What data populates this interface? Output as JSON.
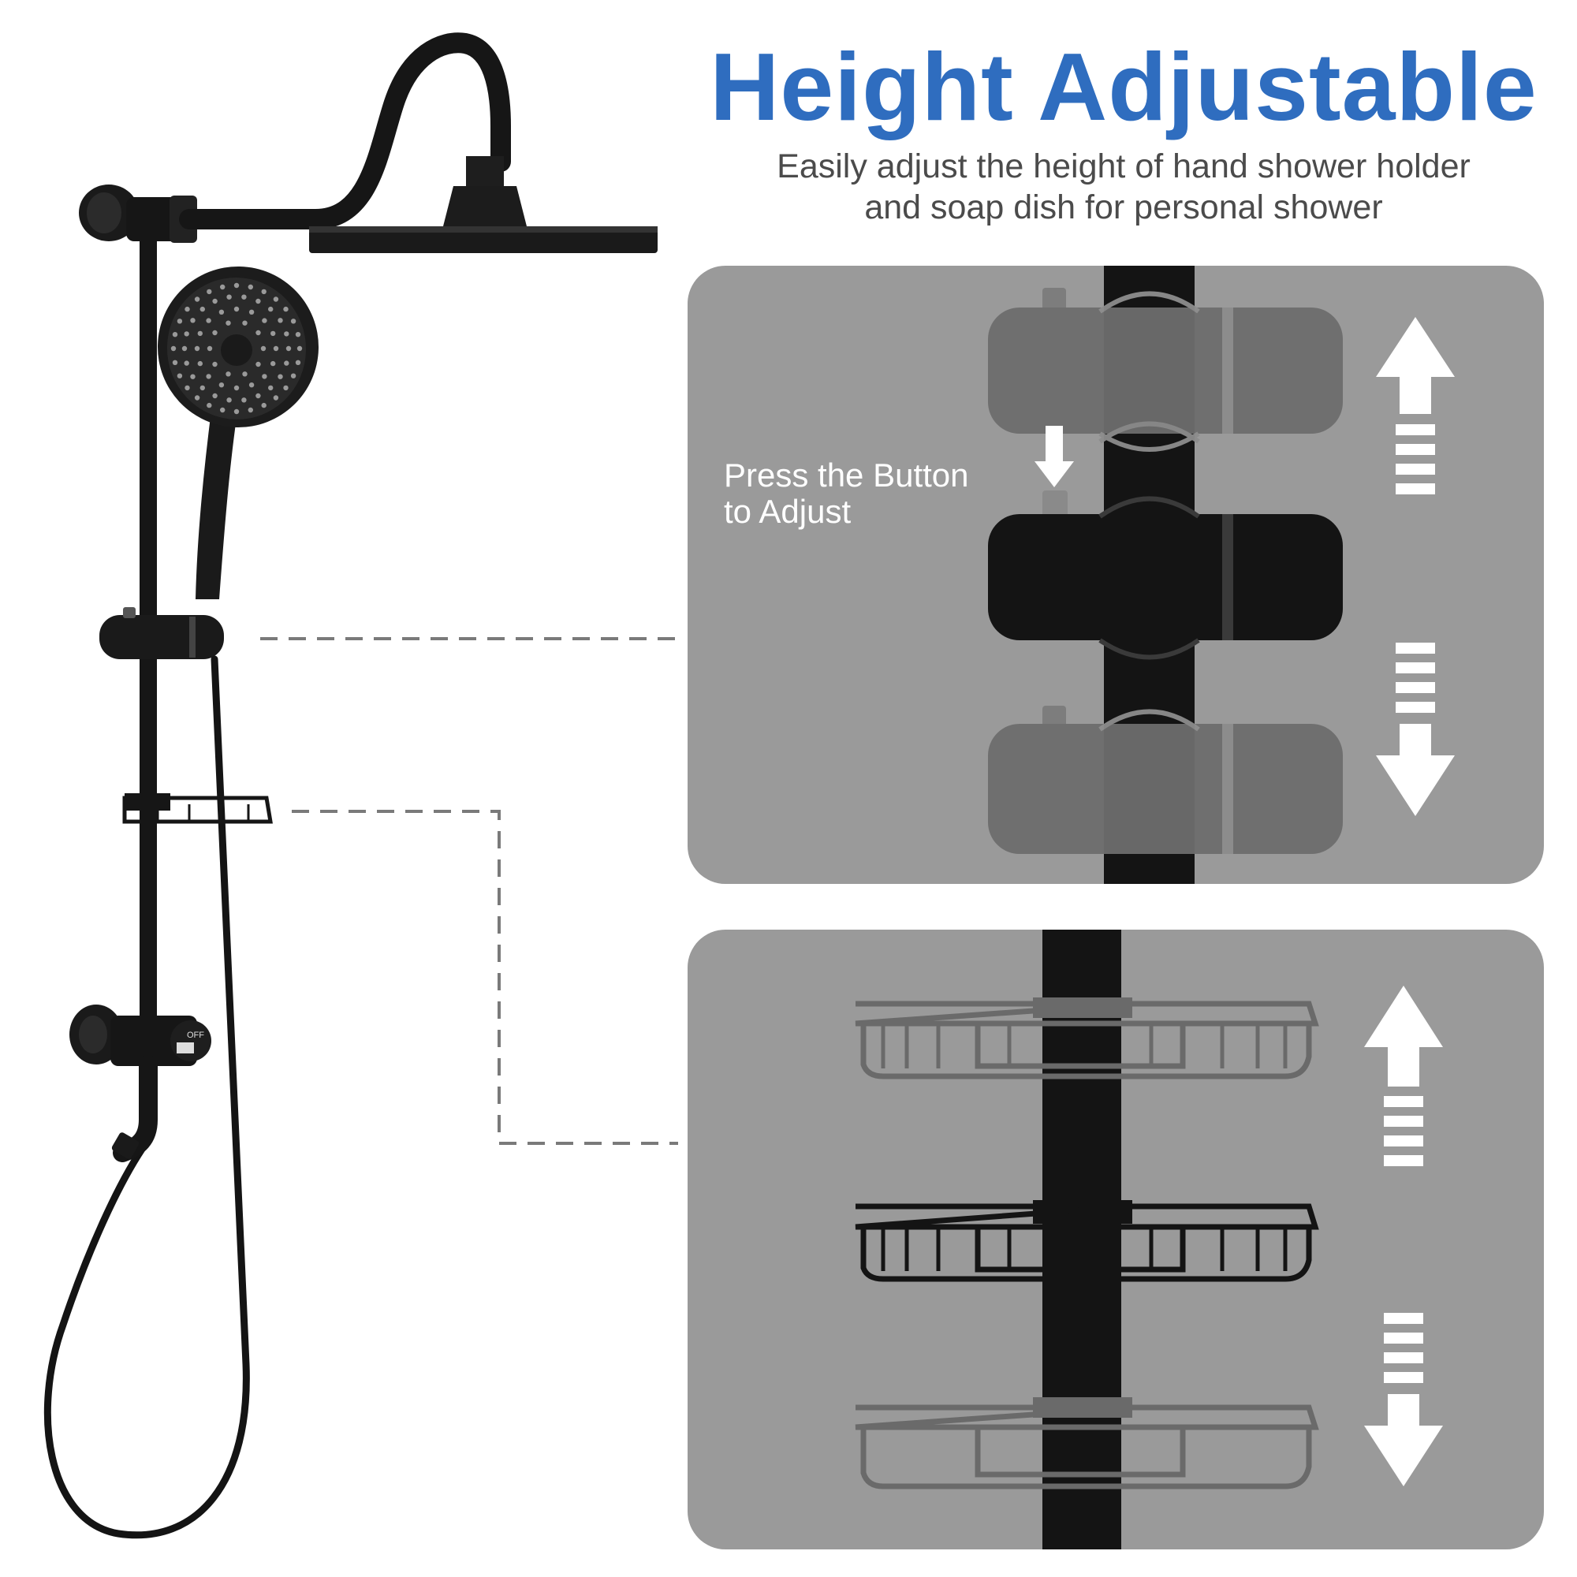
{
  "header": {
    "title": "Height Adjustable",
    "subtitle_line1": "Easily adjust the height of hand shower holder",
    "subtitle_line2": "and soap dish for personal shower"
  },
  "callout": {
    "press_line1": "Press the Button",
    "press_line2": "to Adjust"
  },
  "diverter": {
    "off_label": "OFF"
  },
  "colors": {
    "title_blue": "#2f6dbf",
    "panel_gray": "#9a9a9a",
    "fixture_black": "#141414",
    "ghost_gray": "#6e6e6e",
    "arrow_white": "#ffffff"
  }
}
